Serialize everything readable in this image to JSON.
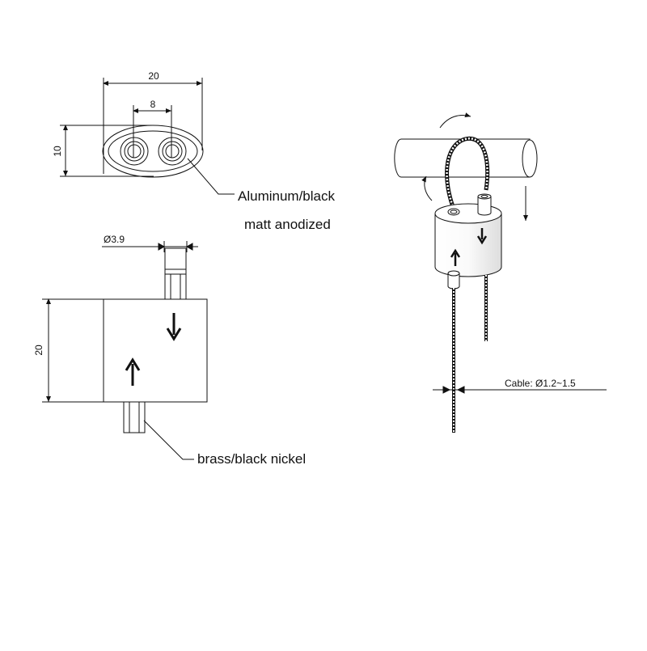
{
  "top_view": {
    "width_dim": "20",
    "hole_spacing_dim": "8",
    "height_dim": "10",
    "material_label_line1": "Aluminum/black",
    "material_label_line2": "matt anodized"
  },
  "side_view": {
    "pin_diameter_dim": "Ø3.9",
    "height_dim": "20",
    "pin_label": "brass/black nickel"
  },
  "perspective_view": {
    "cable_label": "Cable: Ø1.2~1.5"
  }
}
